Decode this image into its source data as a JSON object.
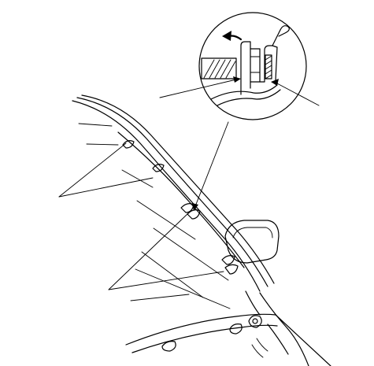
{
  "diagram": {
    "labels": [],
    "icons": {
      "detail_view": "magnifier-circle",
      "direction": "curved-arrow",
      "vehicle": "windshield-a-pillar-molding"
    },
    "colors": {
      "line": "#000000",
      "background": "#ffffff",
      "hatch": "#000000"
    }
  }
}
